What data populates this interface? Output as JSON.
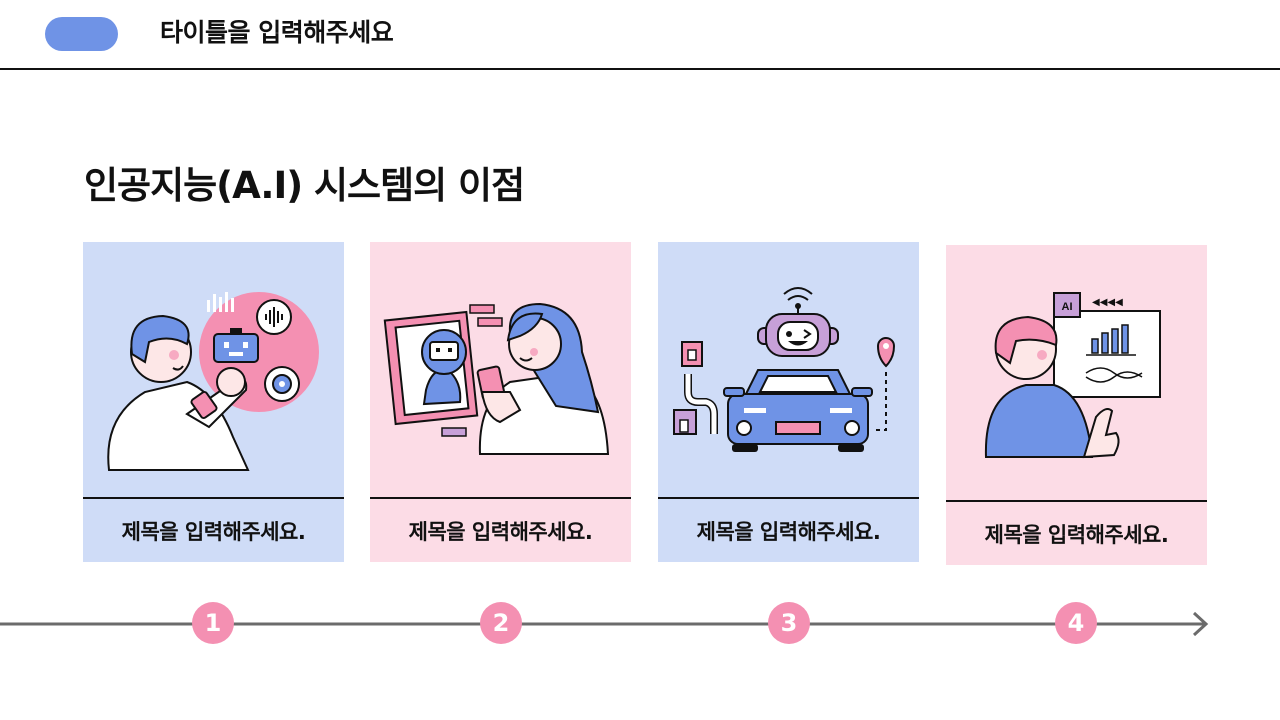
{
  "header": {
    "title": "타이틀을 입력해주세요"
  },
  "section": {
    "title": "인공지능(A.I) 시스템의 이점"
  },
  "cards": [
    {
      "caption": "제목을 입력해주세요.",
      "theme": "blue",
      "illustration": "person-with-smartwatch-and-robot"
    },
    {
      "caption": "제목을 입력해주세요.",
      "theme": "pink",
      "illustration": "woman-with-phone-and-robot-screen"
    },
    {
      "caption": "제목을 입력해주세요.",
      "theme": "blue",
      "illustration": "robot-driving-car"
    },
    {
      "caption": "제목을 입력해주세요.",
      "theme": "pink",
      "illustration": "person-pointing-at-ai-chart-board"
    }
  ],
  "illustration_text": {
    "ai_badge": "AI",
    "arrows": "◀◀◀◀"
  },
  "timeline": {
    "steps": [
      "1",
      "2",
      "3",
      "4"
    ]
  },
  "colors": {
    "blue_accent": "#6f93e6",
    "card_blue": "#cfdcf7",
    "card_pink": "#fcdce6",
    "step_pink": "#f490b2"
  }
}
